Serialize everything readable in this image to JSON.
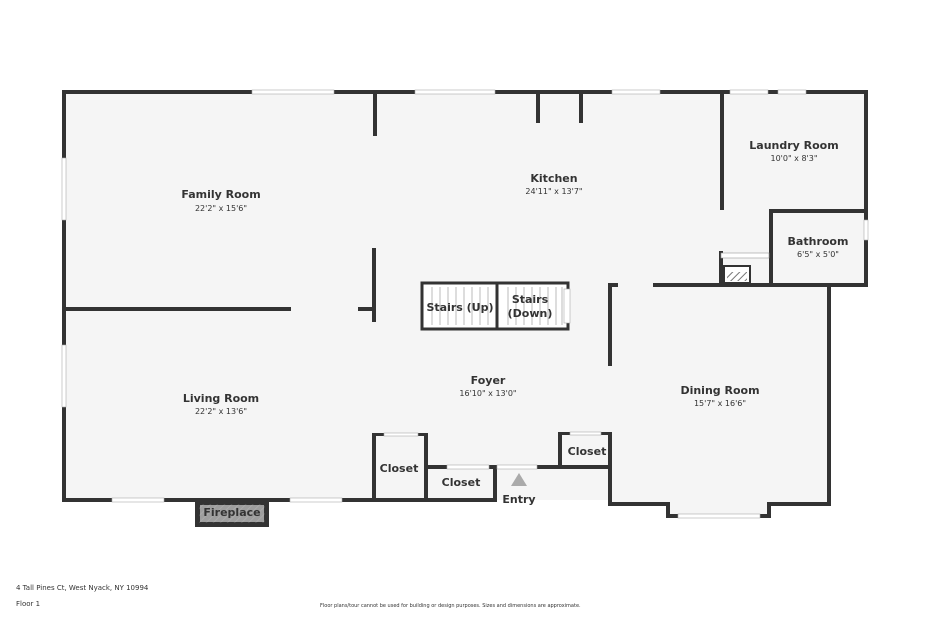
{
  "rooms": {
    "family_room": {
      "name": "Family Room",
      "dims": "22'2\" x 15'6\""
    },
    "kitchen": {
      "name": "Kitchen",
      "dims": "24'11\" x 13'7\""
    },
    "laundry_room": {
      "name": "Laundry Room",
      "dims": "10'0\" x 8'3\""
    },
    "bathroom": {
      "name": "Bathroom",
      "dims": "6'5\" x 5'0\""
    },
    "living_room": {
      "name": "Living Room",
      "dims": "22'2\" x 13'6\""
    },
    "foyer": {
      "name": "Foyer",
      "dims": "16'10\" x 13'0\""
    },
    "dining_room": {
      "name": "Dining Room",
      "dims": "15'7\" x 16'6\""
    }
  },
  "labels": {
    "stairs_up": "Stairs (Up)",
    "stairs_down_1": "Stairs",
    "stairs_down_2": "(Down)",
    "closet_1": "Closet",
    "closet_2": "Closet",
    "closet_3": "Closet",
    "entry": "Entry",
    "fireplace": "Fireplace"
  },
  "footer": {
    "address": "4 Tall Pines Ct, West Nyack, NY 10994",
    "floor": "Floor 1",
    "disclaimer": "Floor plans/tour cannot be used for building or design purposes. Sizes and dimensions are approximate."
  },
  "colors": {
    "wall": "#333333",
    "floor": "#f5f5f5",
    "window": "#ffffff"
  }
}
